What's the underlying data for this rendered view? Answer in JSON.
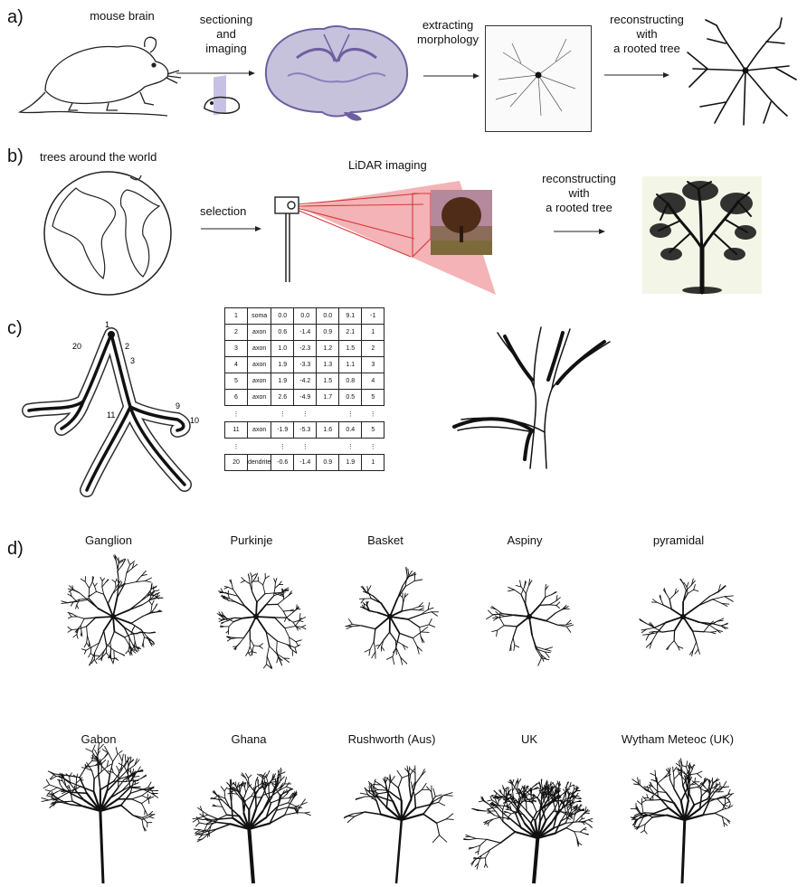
{
  "panel_a": {
    "label": "a)",
    "mouse_brain": "mouse brain",
    "sectioning": "sectioning\nand\nimaging",
    "extracting": "extracting\nmorphology",
    "reconstructing": "reconstructing\nwith\na rooted tree"
  },
  "panel_b": {
    "label": "b)",
    "trees_world": "trees around the world",
    "selection": "selection",
    "lidar": "LiDAR imaging",
    "reconstructing": "reconstructing\nwith\na rooted tree"
  },
  "panel_c": {
    "label": "c)",
    "node_labels": [
      "1",
      "2",
      "3",
      "20",
      "11",
      "9",
      "10"
    ],
    "table_rows": [
      [
        "1",
        "soma",
        "0.0",
        "0.0",
        "0.0",
        "9.1",
        "-1"
      ],
      [
        "2",
        "axon",
        "0.6",
        "-1.4",
        "0.9",
        "2.1",
        "1"
      ],
      [
        "3",
        "axon",
        "1.0",
        "-2.3",
        "1.2",
        "1.5",
        "2"
      ],
      [
        "4",
        "axon",
        "1.9",
        "-3.3",
        "1.3",
        "1.1",
        "3"
      ],
      [
        "5",
        "axon",
        "1.9",
        "-4.2",
        "1.5",
        "0.8",
        "4"
      ],
      [
        "6",
        "axon",
        "2.6",
        "-4.9",
        "1.7",
        "0.5",
        "5"
      ],
      [
        "11",
        "axon",
        "-1.9",
        "-5.3",
        "1.6",
        "0.4",
        "5"
      ],
      [
        "20",
        "dendrite",
        "-0.6",
        "-1.4",
        "0.9",
        "1.9",
        "1"
      ]
    ]
  },
  "panel_d": {
    "label": "d)",
    "neurons": [
      "Ganglion",
      "Purkinje",
      "Basket",
      "Aspiny",
      "pyramidal"
    ],
    "trees": [
      "Gabon",
      "Ghana",
      "Rushworth (Aus)",
      "UK",
      "Wytham Meteoc (UK)"
    ]
  },
  "colors": {
    "stain": "#6d5fa0",
    "beam": "#f4b3b6",
    "beam_line": "#d23a3a",
    "tree_bg": "#f3f6e6"
  }
}
